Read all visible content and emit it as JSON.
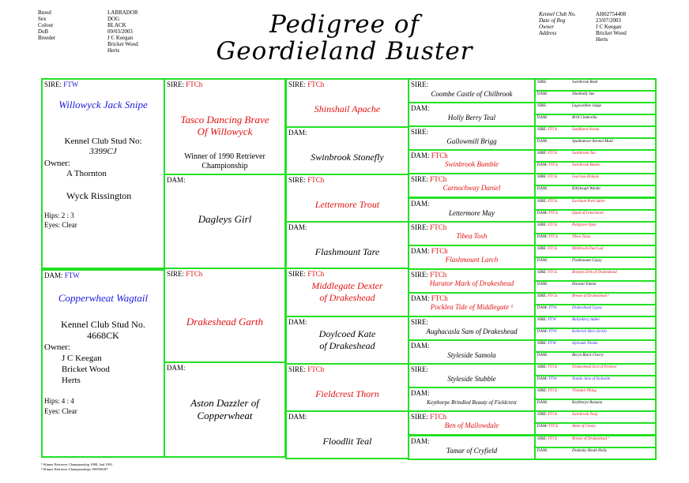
{
  "title": "Pedigree of\nGeordieland Buster",
  "title_line1": "Pedigree of",
  "title_line2": "Geordieland Buster",
  "colors": {
    "border": "#22e022",
    "ftch": "#e01010",
    "ftw": "#1a1adf"
  },
  "details": {
    "labels": [
      "Breed",
      "Sex",
      "Colour",
      "DoB",
      "Breeder"
    ],
    "values": [
      "LABRADOR",
      "DOG",
      "BLACK",
      "09/03/2003",
      "J C Keegan",
      "Bricket Wood",
      "Herts"
    ]
  },
  "registration": {
    "labels": [
      "Kennel Club No.",
      "Date of Reg",
      "Owner",
      "Address"
    ],
    "values": [
      "AH02754408",
      "23/07/2003",
      "J C Keegan",
      "Bricket Wood",
      "Herts"
    ]
  },
  "sire": {
    "prefix": "SIRE:",
    "title": "FTW",
    "name": "Willowyck Jack Snipe",
    "kc_line1": "Kennel Club Stud No:",
    "kc_line2": "3399CJ",
    "owner_label": "Owner:",
    "owner": [
      "A Thornton",
      "Wyck Rissington"
    ],
    "hips": "Hips:  2 : 3",
    "eyes": "Eyes:  Clear"
  },
  "dam": {
    "prefix": "DAM:",
    "title": "FTW",
    "name": "Copperwheat Wagtail",
    "kc_line1": "Kennel Club Stud No.",
    "kc_line2": "4668CK",
    "owner_label": "Owner:",
    "owner": [
      "J C Keegan",
      "Bricket Wood",
      "Herts"
    ],
    "hips": "Hips:  4 : 4",
    "eyes": "Eyes:  Clear"
  },
  "gen2": [
    {
      "prefix": "SIRE:",
      "title": "FTCh",
      "name": "Tasco Dancing Brave Of Willowyck",
      "name_line1": "Tasco Dancing Brave",
      "name_line2": "Of Willowyck",
      "note_line1": "Winner of 1990 Retriever",
      "note_line2": "Championship"
    },
    {
      "prefix": "DAM:",
      "title": "",
      "name": "Dagleys Girl"
    },
    {
      "prefix": "SIRE:",
      "title": "FTCh",
      "name": "Drakeshead Garth"
    },
    {
      "prefix": "DAM:",
      "title": "",
      "name_line1": "Aston Dazzler of",
      "name_line2": "Copperwheat"
    }
  ],
  "gen3": [
    {
      "prefix": "SIRE:",
      "title": "FTCh",
      "name_line1": "Shinshail Apache",
      "name_line2": ""
    },
    {
      "prefix": "DAM:",
      "title": "",
      "name_line1": "Swinbrook Stonefly",
      "name_line2": ""
    },
    {
      "prefix": "SIRE:",
      "title": "FTCh",
      "name_line1": "Lettermore Trout",
      "name_line2": ""
    },
    {
      "prefix": "DAM:",
      "title": "",
      "name_line1": "Flashmount Tare",
      "name_line2": ""
    },
    {
      "prefix": "SIRE:",
      "title": "FTCh",
      "name_line1": "Middlegate Dexter",
      "name_line2": "of Drakeshead"
    },
    {
      "prefix": "DAM:",
      "title": "",
      "name_line1": "Doylcoed Kate",
      "name_line2": "of Drakeshead"
    },
    {
      "prefix": "SIRE:",
      "title": "FTCh",
      "name_line1": "Fieldcrest Thorn",
      "name_line2": ""
    },
    {
      "prefix": "DAM:",
      "title": "",
      "name_line1": "Floodlit Teal",
      "name_line2": ""
    }
  ],
  "gen4": [
    {
      "prefix": "SIRE:",
      "title": "",
      "name": "Coombe Castle of Chilbrook"
    },
    {
      "prefix": "DAM:",
      "title": "",
      "name": "Holly Berry Teal"
    },
    {
      "prefix": "SIRE:",
      "title": "",
      "name": "Gallowmill Brigg"
    },
    {
      "prefix": "DAM:",
      "title": "FTCh",
      "name": "Swinbrook Bumble"
    },
    {
      "prefix": "SIRE:",
      "title": "FTCh",
      "name": "Carnochway Daniel"
    },
    {
      "prefix": "DAM:",
      "title": "",
      "name": "Lettermore May"
    },
    {
      "prefix": "SIRE:",
      "title": "FTCh",
      "name": "Tibea Tosh"
    },
    {
      "prefix": "DAM:",
      "title": "FTCh",
      "name": "Flashmount Larch"
    },
    {
      "prefix": "SIRE:",
      "title": "FTCh",
      "name": "Harator Mark of Drakeshead"
    },
    {
      "prefix": "DAM:",
      "title": "FTCh",
      "name": "Pocklea Tide of Middlegate ¹"
    },
    {
      "prefix": "SIRE:",
      "title": "",
      "name": "Aughacasla Sam of Drakeshead"
    },
    {
      "prefix": "DAM:",
      "title": "",
      "name": "Styleside Samola"
    },
    {
      "prefix": "SIRE:",
      "title": "",
      "name": "Styleside Stubble"
    },
    {
      "prefix": "DAM:",
      "title": "",
      "name": "Keythorpe Brindled Beauty of Fieldcrest"
    },
    {
      "prefix": "SIRE:",
      "title": "FTCh",
      "name": "Ben of Mallowdale"
    },
    {
      "prefix": "DAM:",
      "title": "",
      "name": "Tamar of Cryfield"
    }
  ],
  "gen5": [
    {
      "prefix": "SIRE:",
      "title": "",
      "name": "Swinbrook Rush"
    },
    {
      "prefix": "DAM:",
      "title": "",
      "name": "Shanbally Sue"
    },
    {
      "prefix": "SIRE:",
      "title": "",
      "name": "Lagwardine Judge"
    },
    {
      "prefix": "DAM:",
      "title": "",
      "name": "Brill Cinderella"
    },
    {
      "prefix": "SIRE:",
      "title": "FTCh",
      "name": "Sandhurst Sweep"
    },
    {
      "prefix": "DAM:",
      "title": "",
      "name": "Spudtamoor Kennel Maid"
    },
    {
      "prefix": "SIRE:",
      "title": "FTCh",
      "name": "Swinbrook Tan"
    },
    {
      "prefix": "DAM:",
      "title": "FTCh",
      "name": "Swinbrook Bustle"
    },
    {
      "prefix": "SIRE:",
      "title": "FTCh",
      "name": "Leacross Rinkals"
    },
    {
      "prefix": "DAM:",
      "title": "",
      "name": "Killyleagh Wanda"
    },
    {
      "prefix": "SIRE:",
      "title": "FTCh",
      "name": "Earsham Park Sabre"
    },
    {
      "prefix": "DAM:",
      "title": "FTCh",
      "name": "Quail of Lettermore"
    },
    {
      "prefix": "SIRE:",
      "title": "FTCh",
      "name": "Pullgrove Quin"
    },
    {
      "prefix": "DAM:",
      "title": "FTCh",
      "name": "Tibea Tojax"
    },
    {
      "prefix": "SIRE:",
      "title": "FTCh",
      "name": "Millbrook Dust Lad"
    },
    {
      "prefix": "DAM:",
      "title": "",
      "name": "Flashmount Gypsy"
    },
    {
      "prefix": "SIRE:",
      "title": "FTCh",
      "name": "Breejon Dirk of Drakeshead"
    },
    {
      "prefix": "DAM:",
      "title": "",
      "name": "Haratar Emma"
    },
    {
      "prefix": "SIRE:",
      "title": "FTCh",
      "name": "Breeze of Drakeshead ¹"
    },
    {
      "prefix": "DAM:",
      "title": "FTW",
      "name": "Drakeshead Gypsy"
    },
    {
      "prefix": "SIRE:",
      "title": "FTW",
      "name": "Ballyellery Adder"
    },
    {
      "prefix": "DAM:",
      "title": "FTW",
      "name": "Kellerick Hero (Irish)"
    },
    {
      "prefix": "SIRE:",
      "title": "FTW",
      "name": "Styleside Thistle"
    },
    {
      "prefix": "DAM:",
      "title": "",
      "name": "Beryn Black Cherry"
    },
    {
      "prefix": "SIRE:",
      "title": "FTCh",
      "name": "Drakeshead Scot of Pechest"
    },
    {
      "prefix": "DAM:",
      "title": "FTW",
      "name": "Nando Jane of Styleside"
    },
    {
      "prefix": "SIRE:",
      "title": "FTCh",
      "name": "Vlandon Viking"
    },
    {
      "prefix": "DAM:",
      "title": "",
      "name": "Keythorpe Bazuma"
    },
    {
      "prefix": "SIRE:",
      "title": "FTCh",
      "name": "Swinbrook Twig"
    },
    {
      "prefix": "DAM:",
      "title": "FTCh",
      "name": "Anne of Cleary"
    },
    {
      "prefix": "SIRE:",
      "title": "FTCh",
      "name": "Breeze of Drakeshead ¹"
    },
    {
      "prefix": "DAM:",
      "title": "",
      "name": "Drakeley Heath Holly"
    }
  ],
  "footnotes": [
    "¹  Winner Retriever Championship 1988, 2nd 1991",
    "²  Winner Retriever Championships 1985/86/87"
  ]
}
